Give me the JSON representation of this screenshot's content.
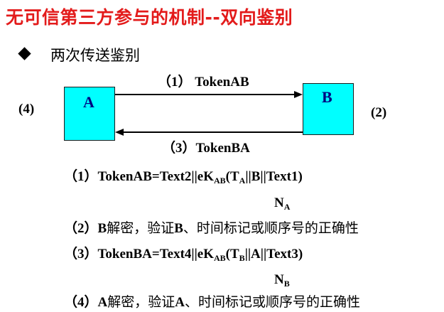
{
  "title": "无可信第三方参与的机制--双向鉴别",
  "bullet": "两次传送鉴别",
  "diagram": {
    "entity_a": "A",
    "entity_b": "B",
    "arrow1_label": "（1） TokenAB",
    "arrow3_label": "（3）TokenBA",
    "left_side_label": "(4)",
    "right_side_label": "(2)"
  },
  "steps": {
    "s1": {
      "prefix": "（1）TokenAB=Text2||eK",
      "sub1": "AB",
      "mid": "(T",
      "sub2": "A",
      "suffix": "||B||Text1)"
    },
    "n1": {
      "base": "N",
      "sub": "A"
    },
    "s2": {
      "prefix": "（2）",
      "entity": "B",
      "text1": "解密，验证",
      "entity2": "B",
      "text2": "、时间标记或顺序号的正确性"
    },
    "s3": {
      "prefix": "（3）TokenBA=Text4||eK",
      "sub1": "AB",
      "mid": "(T",
      "sub2": "B",
      "suffix": "||A||Text3)"
    },
    "n3": {
      "base": "N",
      "sub": "B"
    },
    "s4": {
      "prefix": "（4）",
      "entity": "A",
      "text1": "解密，验证",
      "entity2": "A",
      "text2": "、时间标记或顺序号的正确性"
    }
  },
  "colors": {
    "title": "#e31b1b",
    "box_fill": "#00ffff",
    "box_label": "#000080"
  }
}
